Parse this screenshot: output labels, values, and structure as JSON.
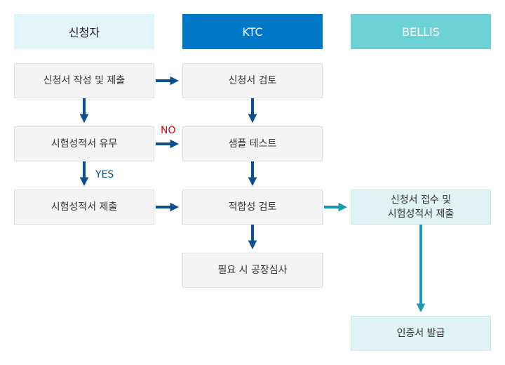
{
  "colors": {
    "applicant_header_bg": "#e3f4fb",
    "ktc_header_bg": "#0078c8",
    "bellis_header_bg": "#6dd2d6",
    "blue_arrow": "#0d4f8b",
    "teal_arrow": "#1a9aaa",
    "no_label": "#e60012",
    "yes_label": "#0d4f8b"
  },
  "headers": {
    "applicant": "신청자",
    "ktc": "KTC",
    "bellis": "BELLIS"
  },
  "applicant": {
    "step1": "신청서 작성 및 제출",
    "step2": "시험성적서 유무",
    "step3": "시험성적서 제출"
  },
  "ktc": {
    "step1": "신청서 검토",
    "step2": "샘플 테스트",
    "step3": "적합성 검토",
    "step4": "필요 시 공장심사"
  },
  "bellis": {
    "step1_line1": "신청서 접수 및",
    "step1_line2": "시험성적서 제출",
    "step2": "인증서 발급"
  },
  "labels": {
    "no": "NO",
    "yes": "YES"
  }
}
